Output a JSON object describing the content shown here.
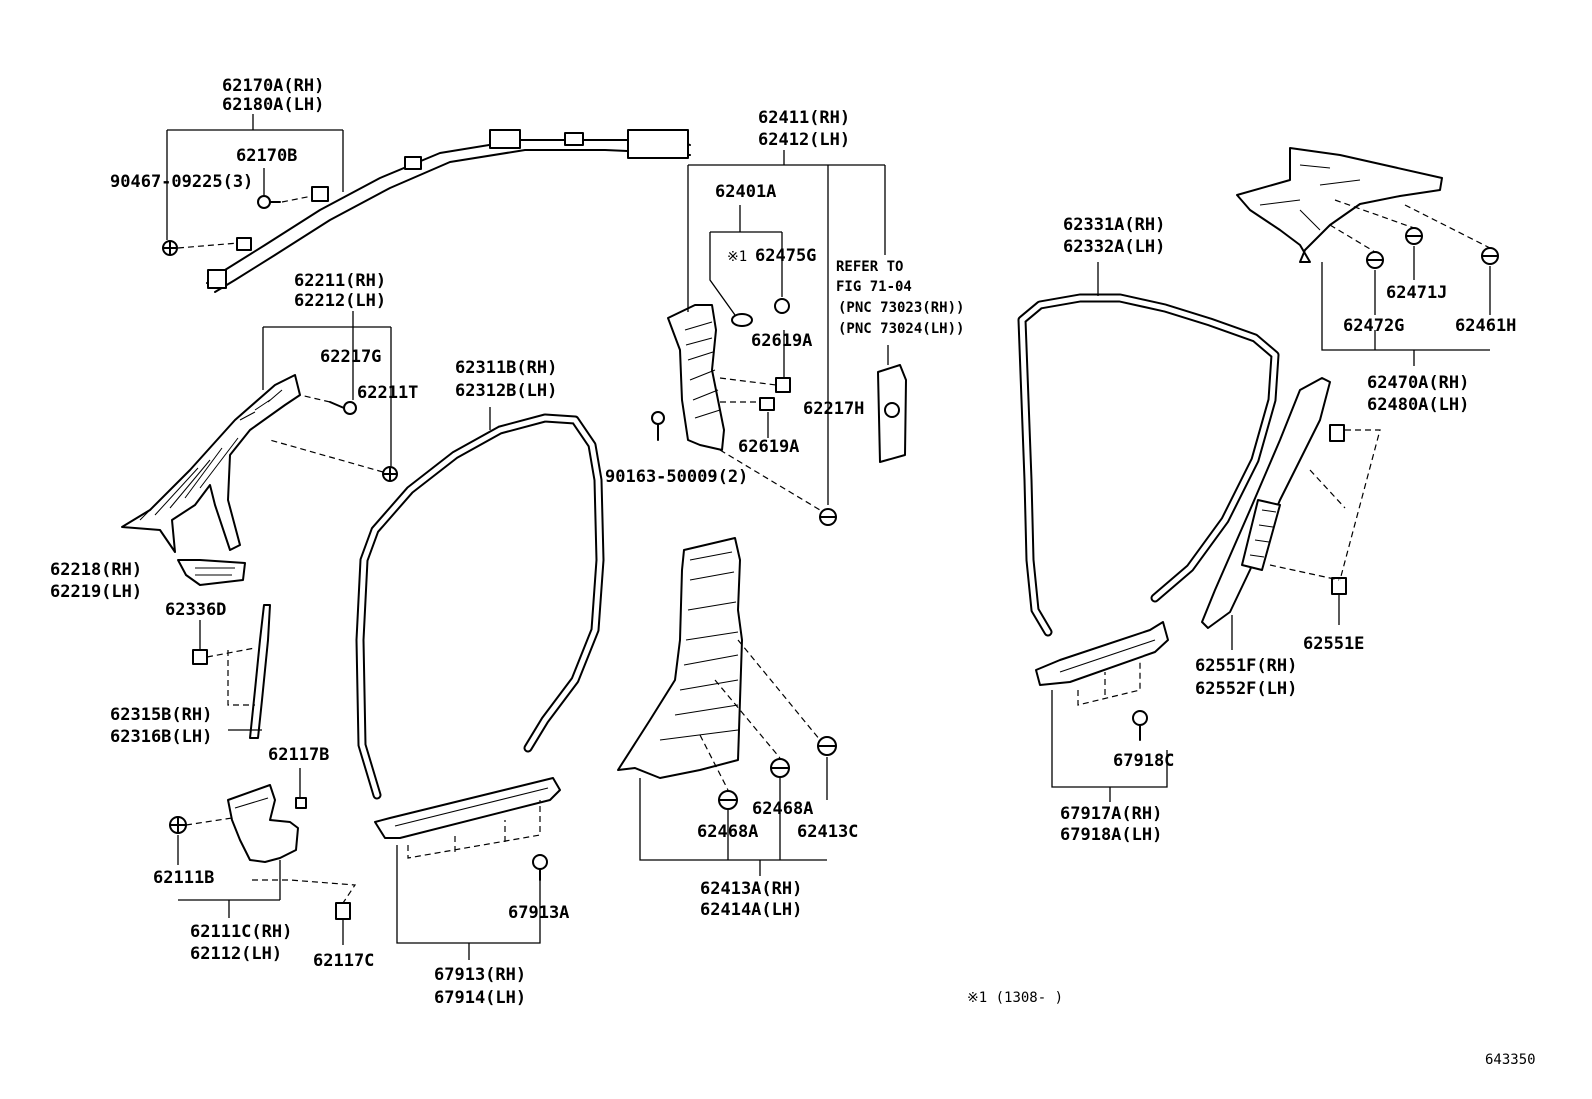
{
  "labels": {
    "l62170a": "62170A(RH)",
    "l62180a": "62180A(LH)",
    "l62170b": "62170B",
    "l90467": "90467-09225(3)",
    "l62211": "62211(RH)",
    "l62212": "62212(LH)",
    "l62217g": "62217G",
    "l62211t": "62211T",
    "l62218": "62218(RH)",
    "l62219": "62219(LH)",
    "l62336d": "62336D",
    "l62315b": "62315B(RH)",
    "l62316b": "62316B(LH)",
    "l62117b": "62117B",
    "l62111b": "62111B",
    "l62111c": "62111C(RH)",
    "l62112": "62112(LH)",
    "l62117c": "62117C",
    "l62311b": "62311B(RH)",
    "l62312b": "62312B(LH)",
    "l67913a": "67913A",
    "l67913": "67913(RH)",
    "l67914": "67914(LH)",
    "l62411": "62411(RH)",
    "l62412": "62412(LH)",
    "l62401a": "62401A",
    "l62475g": "62475G",
    "lstar1": "※1",
    "l62619a_1": "62619A",
    "l62619a_2": "62619A",
    "l90163": "90163-50009(2)",
    "l62217h": "62217H",
    "lrefer1": "REFER TO",
    "lrefer2": "FIG 71-04",
    "lrefer3": "(PNC 73023(RH))",
    "lrefer4": "(PNC 73024(LH))",
    "l62468a_1": "62468A",
    "l62468a_2": "62468A",
    "l62413c": "62413C",
    "l62413a": "62413A(RH)",
    "l62414a": "62414A(LH)",
    "l62331a": "62331A(RH)",
    "l62332a": "62332A(LH)",
    "l67918c": "67918C",
    "l67917a": "67917A(RH)",
    "l67918a": "67918A(LH)",
    "l62471j": "62471J",
    "l62472g": "62472G",
    "l62461h": "62461H",
    "l62470a": "62470A(RH)",
    "l62480a": "62480A(LH)",
    "l62551e": "62551E",
    "l62551f": "62551F(RH)",
    "l62552f": "62552F(LH)",
    "footnote": "※1 (1308-      )",
    "figure_id": "643350"
  }
}
